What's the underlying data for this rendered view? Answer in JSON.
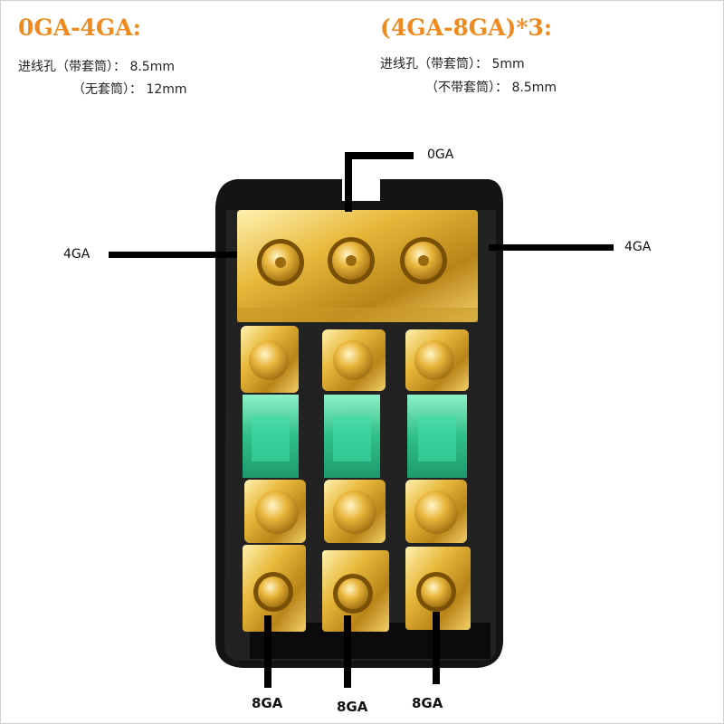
{
  "left_spec": {
    "title": "0GA-4GA:",
    "line1": "进线孔（带套筒）：  8.5mm",
    "line2": "（无套筒）：  12mm"
  },
  "right_spec": {
    "title": "(4GA-8GA)*3:",
    "line1": "进线孔（带套筒）：  5mm",
    "line2": "（不带套筒）：  8.5mm"
  },
  "labels": {
    "top_input": "0GA",
    "left_input": "4GA",
    "right_input": "4GA",
    "outputs": [
      "8GA",
      "8GA",
      "8GA"
    ]
  },
  "colors": {
    "title_orange": "#ef8a1e",
    "housing": "#1b1b1b",
    "gold": "#e0b23a",
    "fuse_green": "#3fcf9a"
  }
}
